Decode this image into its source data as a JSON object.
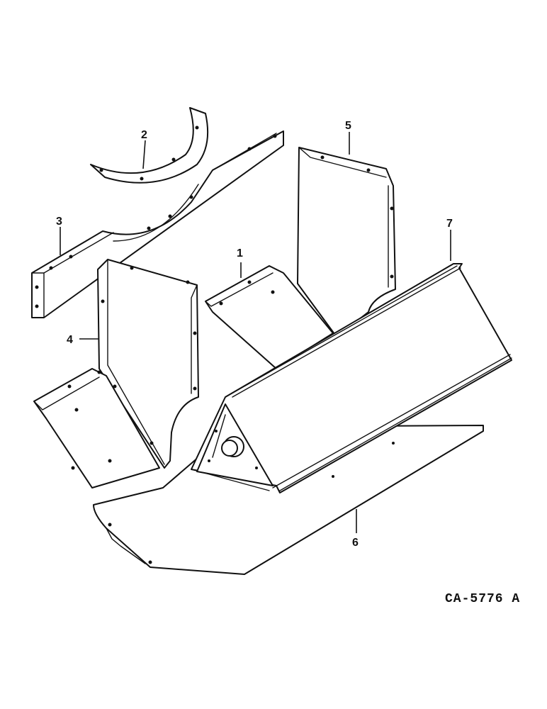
{
  "figure_id": "CA-5776 A",
  "callouts": {
    "c1": "1",
    "c2": "2",
    "c3": "3",
    "c4": "4",
    "c5": "5",
    "c6": "6",
    "c7": "7"
  },
  "colors": {
    "ink": "#111111",
    "paper": "#ffffff"
  }
}
